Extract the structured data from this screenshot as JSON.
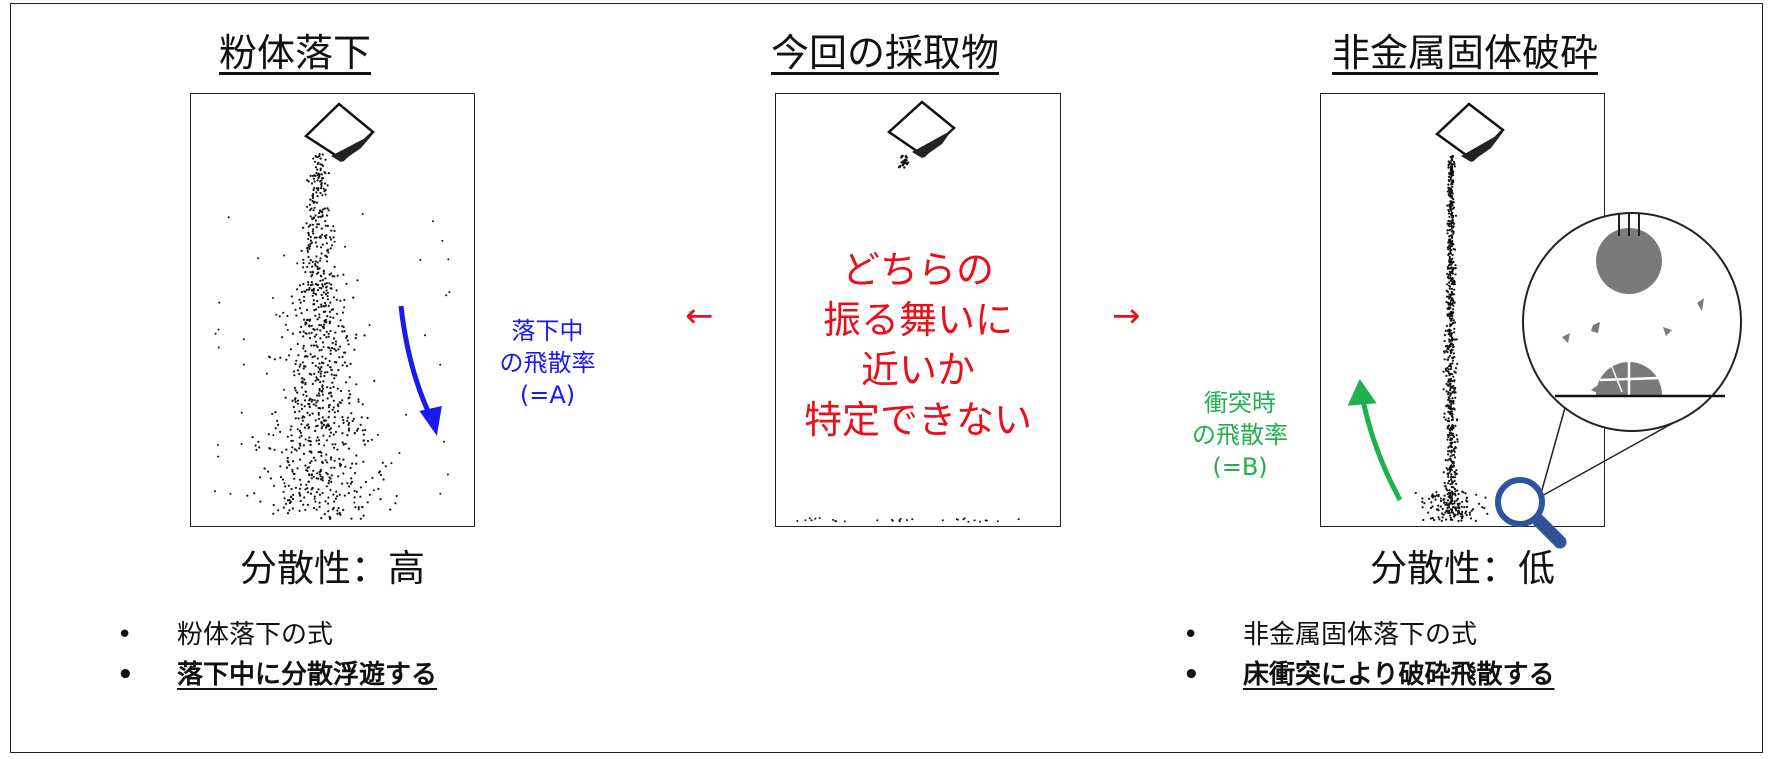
{
  "titles": {
    "left": "粉体落下",
    "center": "今回の採取物",
    "right": "非金属固体破砕"
  },
  "center_message": {
    "lines": [
      "どちらの",
      "振る舞いに",
      "近いか",
      "特定できない"
    ],
    "color": "#e8101a"
  },
  "arrows": {
    "left": "←",
    "right": "→"
  },
  "left_note": {
    "lines": [
      "落下中",
      "の飛散率",
      "(=A)"
    ],
    "color": "#1a1aee"
  },
  "right_note": {
    "lines": [
      "衝突時",
      "の飛散率",
      "(=B)"
    ],
    "color": "#1fb050"
  },
  "dispersion": {
    "left": "分散性：高",
    "right": "分散性：低"
  },
  "bullets": {
    "left": [
      "粉体落下の式",
      "落下中に分散浮遊する"
    ],
    "right": [
      "非金属固体落下の式",
      "床衝突により破砕飛散する"
    ]
  },
  "icons": {
    "left_arrow": "curved-down-arrow-icon",
    "right_arrow": "curved-up-arrow-icon",
    "magnifier": "magnifier-icon"
  }
}
